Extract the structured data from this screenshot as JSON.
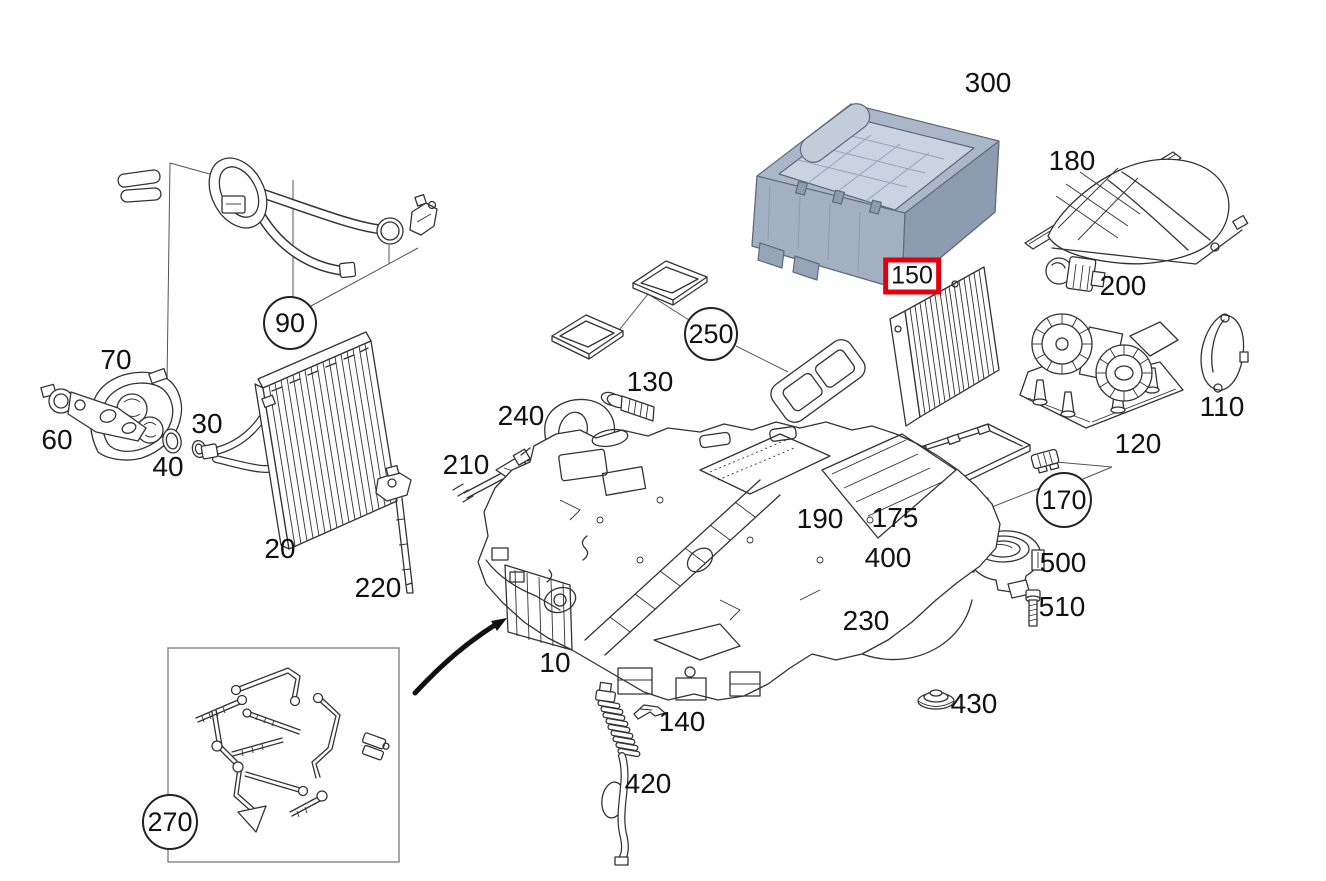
{
  "diagram": {
    "kind": "exploded-parts-diagram",
    "subject": "HVAC heater and air conditioning unit",
    "background_color": "#ffffff",
    "line_color": "#333333",
    "highlight_color": "#e2000f",
    "highlighted_callout": "150",
    "shaded_part_callout": "300",
    "shaded_part_color": "#aab7c8"
  },
  "callouts": [
    {
      "label": "300",
      "shape": "plain"
    },
    {
      "label": "180",
      "shape": "plain"
    },
    {
      "label": "200",
      "shape": "plain"
    },
    {
      "label": "150",
      "shape": "boxed"
    },
    {
      "label": "110",
      "shape": "plain"
    },
    {
      "label": "120",
      "shape": "plain"
    },
    {
      "label": "250",
      "shape": "circle"
    },
    {
      "label": "130",
      "shape": "plain"
    },
    {
      "label": "240",
      "shape": "plain"
    },
    {
      "label": "210",
      "shape": "plain"
    },
    {
      "label": "90",
      "shape": "circle"
    },
    {
      "label": "70",
      "shape": "plain"
    },
    {
      "label": "60",
      "shape": "plain"
    },
    {
      "label": "30",
      "shape": "plain"
    },
    {
      "label": "40",
      "shape": "plain"
    },
    {
      "label": "20",
      "shape": "plain"
    },
    {
      "label": "220",
      "shape": "plain"
    },
    {
      "label": "10",
      "shape": "plain"
    },
    {
      "label": "190",
      "shape": "plain"
    },
    {
      "label": "175",
      "shape": "plain"
    },
    {
      "label": "400",
      "shape": "plain"
    },
    {
      "label": "230",
      "shape": "plain"
    },
    {
      "label": "500",
      "shape": "plain"
    },
    {
      "label": "510",
      "shape": "plain"
    },
    {
      "label": "170",
      "shape": "circle"
    },
    {
      "label": "430",
      "shape": "plain"
    },
    {
      "label": "140",
      "shape": "plain"
    },
    {
      "label": "420",
      "shape": "plain"
    },
    {
      "label": "270",
      "shape": "circle"
    }
  ]
}
